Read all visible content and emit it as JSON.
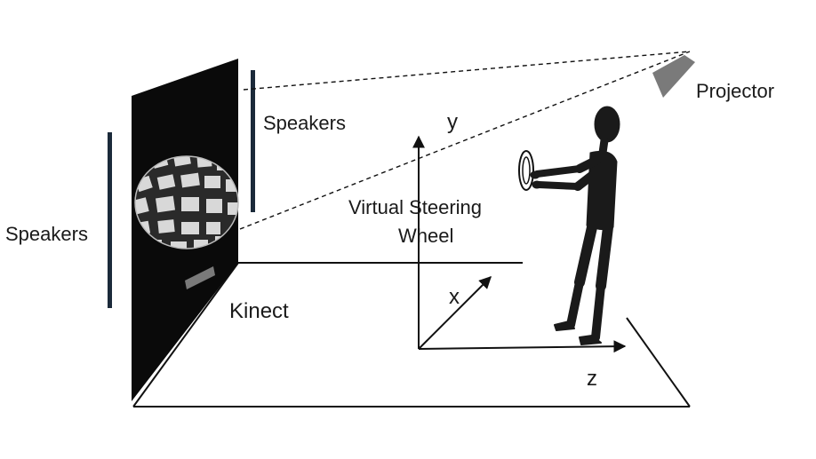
{
  "labels": {
    "speakers_left": "Speakers",
    "speakers_top": "Speakers",
    "projector": "Projector",
    "kinect": "Kinect",
    "steering_wheel_line1": "Virtual Steering",
    "steering_wheel_line2": "Wheel",
    "axis_x": "x",
    "axis_y": "y",
    "axis_z": "z"
  },
  "colors": {
    "line": "#111111",
    "speaker_bar": "#1b2a3a",
    "screen": "#0a0a0a",
    "kinect": "#7a7a7a",
    "projector": "#7a7a7a",
    "figure": "#1a1a1a"
  }
}
